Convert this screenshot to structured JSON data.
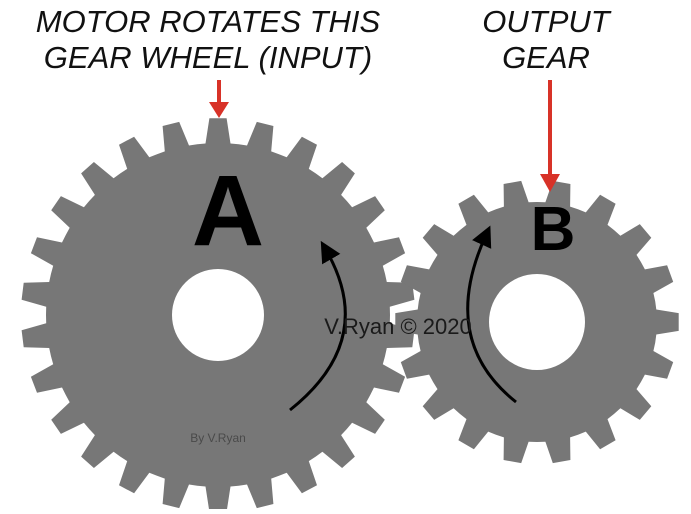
{
  "labels": {
    "input_line1": "MOTOR ROTATES THIS",
    "input_line2": "GEAR WHEEL (INPUT)",
    "output_line1": "OUTPUT",
    "output_line2": "GEAR"
  },
  "gears": {
    "a": {
      "letter": "A",
      "teeth": 26
    },
    "b": {
      "letter": "B",
      "teeth": 18
    }
  },
  "credits": {
    "main": "V.Ryan © 2020",
    "small": "By V.Ryan"
  },
  "colors": {
    "gear_fill": "#777777",
    "indicator_arrow": "#d83228",
    "rotation_arrow": "#000000",
    "hole": "#ffffff"
  }
}
